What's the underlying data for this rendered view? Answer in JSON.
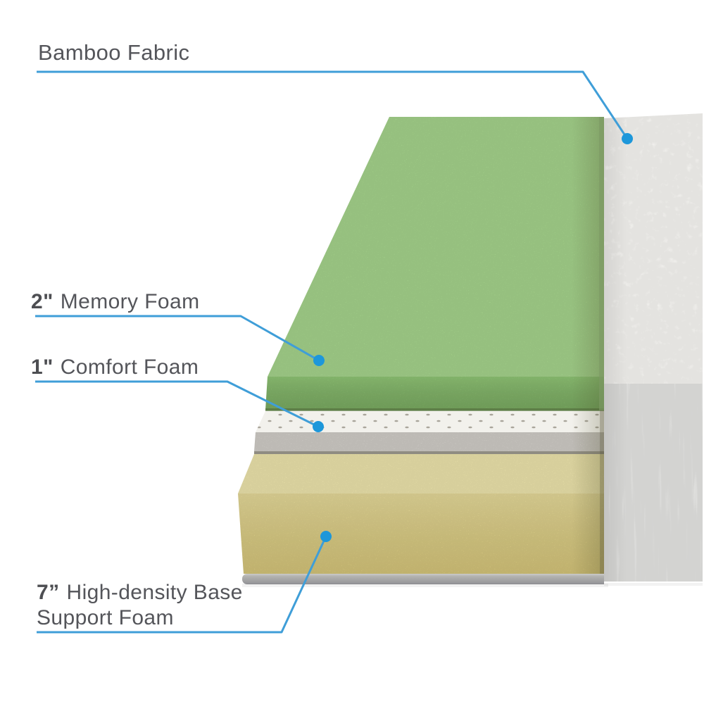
{
  "labels": {
    "bamboo_fabric": "Bamboo Fabric",
    "memory_foam": {
      "size": "2\"",
      "name": "Memory Foam"
    },
    "comfort_foam": {
      "size": "1\"",
      "name": "Comfort Foam"
    },
    "base_foam": {
      "size": "7”",
      "line1": "High-density Base",
      "line2": "Support Foam"
    }
  },
  "colors": {
    "background": "#ffffff",
    "accent_line": "#3f9ed8",
    "accent_dot": "#1d97da",
    "label_text": "#54555a",
    "memory_foam_top": "#a8d78e",
    "memory_foam_front": "#92c877",
    "memory_foam_edge_line": "#5f7f49",
    "comfort_foam_top": "#f2f1ec",
    "comfort_foam_front": "#d8d5cf",
    "comfort_foam_dots": "#a9a59b",
    "comfort_foam_edge_line": "#8f8c82",
    "base_foam_top": "#f1e8af",
    "base_foam_front": "#e3d489",
    "base_bar_top": "#cbcbc9",
    "base_bar_bottom": "#929296",
    "fabric_upper": "#f2f1ee",
    "fabric_lower": "#e4e4e2",
    "fabric_edge_olive": "#7d9a64"
  }
}
